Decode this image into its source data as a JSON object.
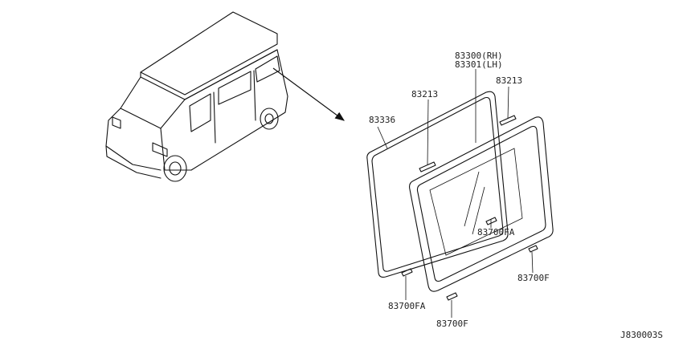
{
  "labels": {
    "rh": "83300(RH)",
    "lh": "83301(LH)",
    "p83213_left": "83213",
    "p83213_right": "83213",
    "p83336": "83336",
    "p83700fa_mid": "83700FA",
    "p83700f_right": "83700F",
    "p83700fa_bottom": "83700FA",
    "p83700f_bottom": "83700F",
    "diagram_code": "J830003S"
  }
}
